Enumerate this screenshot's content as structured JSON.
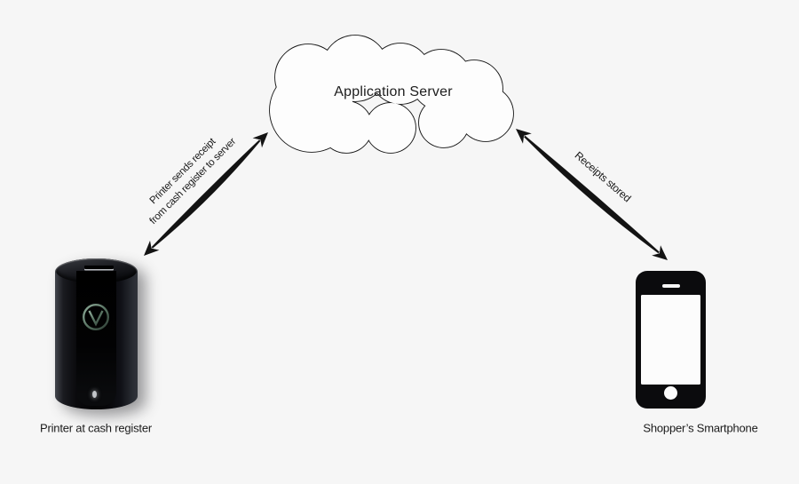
{
  "background_color": "#f6f6f6",
  "cloud": {
    "label": "Application Server",
    "fill": "#fdfdfd",
    "outline_color": "#161616"
  },
  "connections": {
    "printer_to_server": {
      "line1": "Printer sends receipt",
      "line2": "from cash register to server"
    },
    "server_to_phone": {
      "label": "Receipts stored"
    },
    "arrow_color": "#131313"
  },
  "devices": {
    "printer": {
      "caption": "Printer at cash register",
      "icon": "receipt-printer-cylinder-icon",
      "logo_icon": "v-in-circle-logo",
      "logo_color": "#7d9c88",
      "body_color": "#0a0a0d"
    },
    "phone": {
      "caption": "Shopper’s Smartphone",
      "icon": "smartphone-icon",
      "body_color": "#0b0b0d"
    }
  }
}
